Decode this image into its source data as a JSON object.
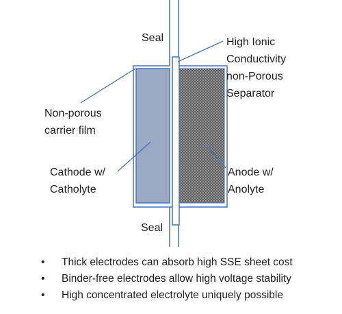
{
  "labels": {
    "seal_top": "Seal",
    "seal_bottom": "Seal",
    "separator": [
      "High Ionic",
      "Conductivity",
      "non-Porous",
      "Separator"
    ],
    "carrier_film": [
      "Non-porous",
      "carrier film"
    ],
    "cathode": [
      "Cathode w/",
      "Catholyte"
    ],
    "anode": [
      "Anode w/",
      "Anolyte"
    ]
  },
  "bullets": [
    "Thick electrodes can absorb high SSE sheet cost",
    "Binder-free electrodes allow high voltage stability",
    "High concentrated electrolyte uniquely possible"
  ],
  "bullet_symbol": "•",
  "colors": {
    "outline": "#4472c4",
    "cathode_fill": "#9aaac4",
    "anode_fill": "#5a5a5a",
    "text": "#222222"
  }
}
